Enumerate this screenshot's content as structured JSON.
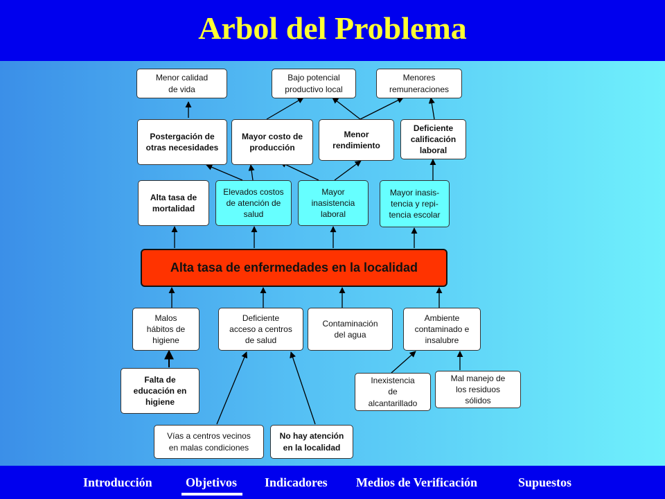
{
  "title": "Arbol del Problema",
  "central_problem": "Alta tasa de enfermedades en la localidad",
  "effects": {
    "top": {
      "calidad_vida": "Menor calidad\nde vida",
      "potencial": "Bajo potencial\nproductivo local",
      "remuneraciones": "Menores\nremuneraciones"
    },
    "middle": {
      "postergacion": "Postergación de\notras necesidades",
      "costo": "Mayor costo de\nproducción",
      "rendimiento": "Menor\nrendimiento",
      "calificacion": "Deficiente\ncalificación\nlaboral"
    },
    "direct": {
      "mortalidad": "Alta tasa de\nmortalidad",
      "costos_salud": "Elevados costos\nde atención de\nsalud",
      "inasistencia_laboral": "Mayor\ninasistencia\nlaboral",
      "inasistencia_escolar": "Mayor inasis-\ntencia y repi-\ntencia escolar"
    }
  },
  "causes": {
    "direct": {
      "habitos": "Malos\nhábitos de\nhigiene",
      "acceso": "Deficiente\nacceso a centros\nde salud",
      "agua": "Contaminación\ndel agua",
      "ambiente": "Ambiente\ncontaminado e\ninsalubre"
    },
    "root": {
      "educacion": "Falta de\neducación en\nhigiene",
      "vias": "Vías a centros vecinos\nen malas condiciones",
      "atencion": "No hay atención\nen la localidad",
      "alcantarillado": "Inexistencia\nde\nalcantarillado",
      "residuos": "Mal manejo de\nlos residuos\nsólidos"
    }
  },
  "nav": {
    "items": [
      "Introducción",
      "Objetivos",
      "Indicadores",
      "Medios de Verificación",
      "Supuestos"
    ],
    "active": "Objetivos"
  },
  "colors": {
    "header_bg": "#0000ee",
    "title": "#ffff33",
    "central_box": "#ff3300",
    "cyan_box": "#66ffff"
  }
}
